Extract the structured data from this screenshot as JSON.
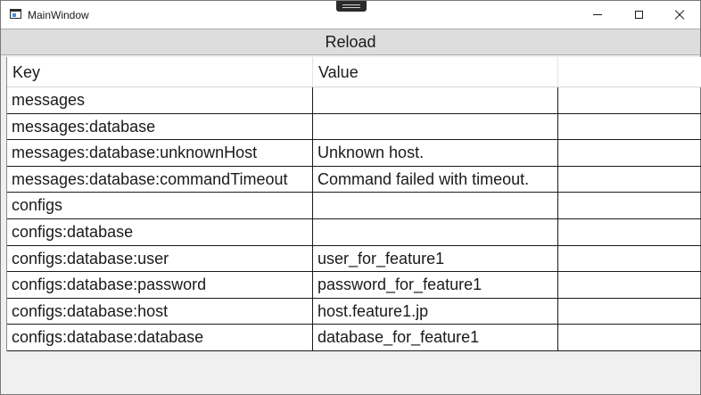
{
  "window": {
    "title": "MainWindow"
  },
  "toolbar": {
    "reload_label": "Reload"
  },
  "table": {
    "columns": [
      "Key",
      "Value",
      ""
    ],
    "rows": [
      {
        "key": "messages",
        "value": ""
      },
      {
        "key": "messages:database",
        "value": ""
      },
      {
        "key": "messages:database:unknownHost",
        "value": "Unknown host."
      },
      {
        "key": "messages:database:commandTimeout",
        "value": "Command failed with timeout."
      },
      {
        "key": "configs",
        "value": ""
      },
      {
        "key": "configs:database",
        "value": ""
      },
      {
        "key": "configs:database:user",
        "value": "user_for_feature1"
      },
      {
        "key": "configs:database:password",
        "value": "password_for_feature1"
      },
      {
        "key": "configs:database:host",
        "value": "host.feature1.jp"
      },
      {
        "key": "configs:database:database",
        "value": "database_for_feature1"
      }
    ]
  }
}
